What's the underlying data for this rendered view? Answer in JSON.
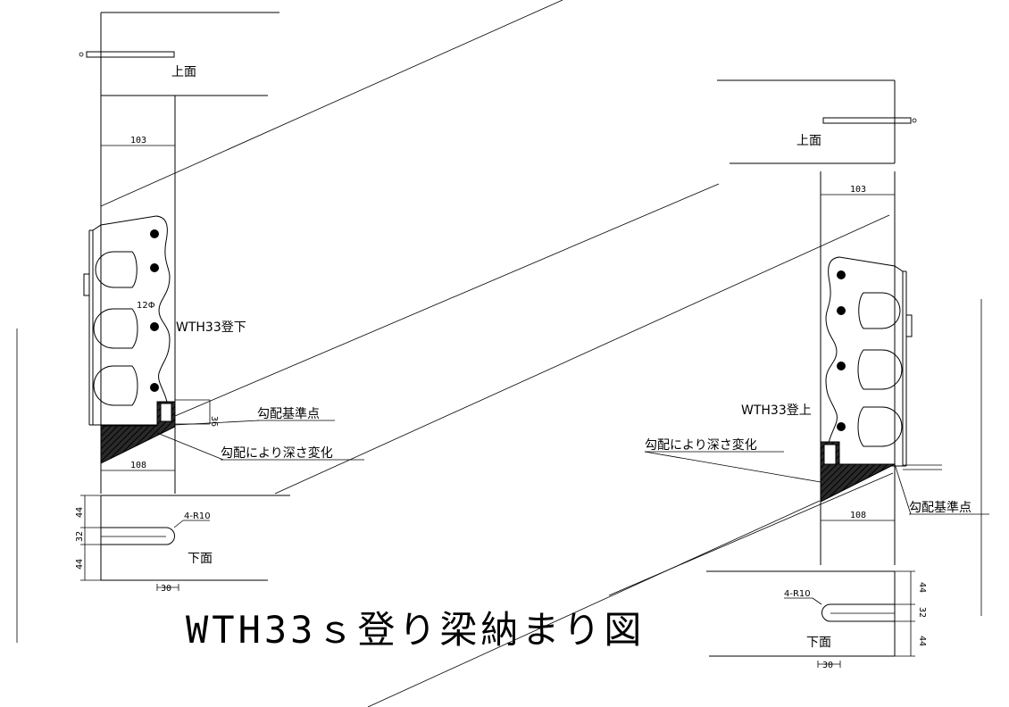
{
  "title": "WTH33ｓ登り梁納まり図",
  "left": {
    "top_view_label": "上面",
    "bottom_view_label": "下面",
    "bracket_label": "WTH33登下",
    "hole_label": "12Φ",
    "ref_point_label": "勾配基準点",
    "depth_note": "勾配により深さ変化",
    "dim_width_top": "103",
    "dim_width_bottom": "108",
    "dim_height": "36",
    "dim_slot_a": "44",
    "dim_slot_b": "32",
    "dim_slot_c": "44",
    "dim_slot_len": "30",
    "slot_radius": "4-R10"
  },
  "right": {
    "top_view_label": "上面",
    "bottom_view_label": "下面",
    "bracket_label": "WTH33登上",
    "ref_point_label": "勾配基準点",
    "depth_note": "勾配により深さ変化",
    "dim_width_top": "103",
    "dim_width_bottom": "108",
    "dim_slot_a": "44",
    "dim_slot_b": "32",
    "dim_slot_c": "44",
    "dim_slot_len": "30",
    "slot_radius": "4-R10"
  }
}
